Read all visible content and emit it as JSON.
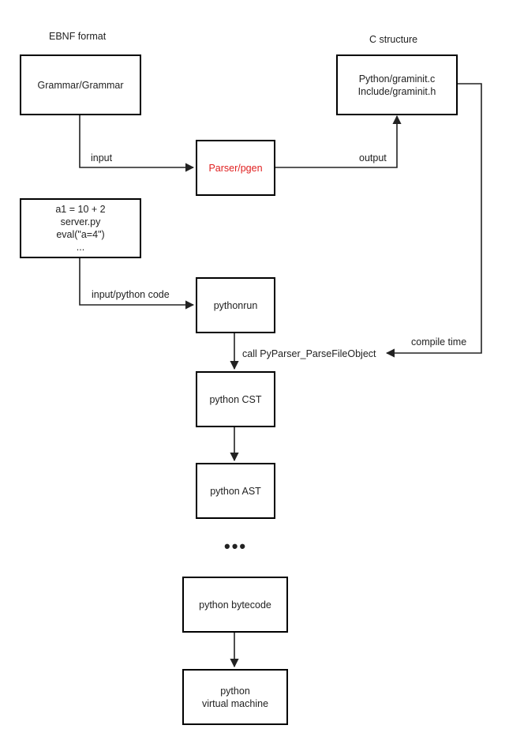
{
  "headers": {
    "ebnf": "EBNF format",
    "c_structure": "C structure"
  },
  "nodes": {
    "grammar": [
      "Grammar/Grammar"
    ],
    "graminit": [
      "Python/graminit.c",
      "Include/graminit.h"
    ],
    "pgen": [
      "Parser/pgen"
    ],
    "source": [
      "a1 = 10 + 2",
      "server.py",
      "eval(\"a=4\")",
      "..."
    ],
    "pythonrun": [
      "pythonrun"
    ],
    "cst": [
      "python CST"
    ],
    "ast": [
      "python AST"
    ],
    "bytecode": [
      "python bytecode"
    ],
    "vm": [
      "python",
      "virtual machine"
    ]
  },
  "edges": {
    "input": "input",
    "output": "output",
    "input_python_code": "input/python code",
    "compile_time": "compile time",
    "call": "call PyParser_ParseFileObject"
  },
  "ellipsis": "•••",
  "colors": {
    "line": "#222222",
    "box_border": "#000000",
    "highlight_text": "#e02020"
  }
}
